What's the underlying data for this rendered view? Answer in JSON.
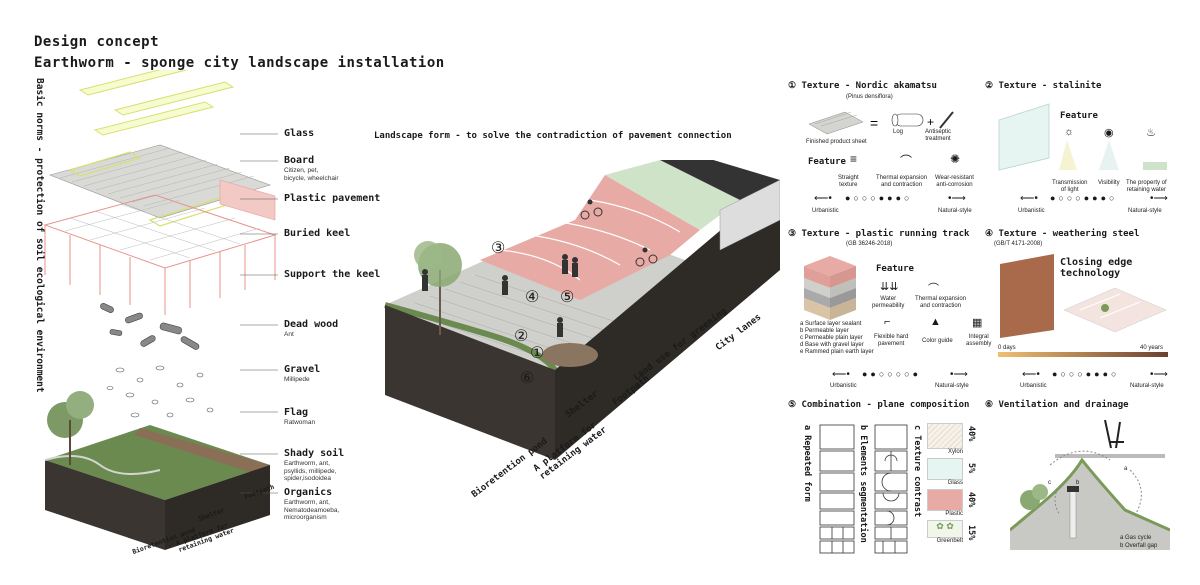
{
  "header": {
    "title": "Design concept",
    "subtitle": "Earthworm - sponge city landscape installation",
    "side_note": "Basic norms - protection of soil ecological environment"
  },
  "layers": [
    {
      "label": "Glass",
      "note": ""
    },
    {
      "label": "Board",
      "note": "Citizen, pet,\nbicycle, wheelchair"
    },
    {
      "label": "Plastic pavement",
      "note": ""
    },
    {
      "label": "Buried keel",
      "note": ""
    },
    {
      "label": "Support the keel",
      "note": ""
    },
    {
      "label": "Dead wood",
      "note": "Ant"
    },
    {
      "label": "Gravel",
      "note": "Millipede"
    },
    {
      "label": "Flag",
      "note": "Ratwoman"
    },
    {
      "label": "Shady soil",
      "note": "Earthworm, ant,\npsyllids, millipede,\nspider,isodoidea"
    },
    {
      "label": "Organics",
      "note": "Earthworm, ant,\nNematodeamoeba,\nmicroorganism"
    }
  ],
  "small_block_labels": [
    "Bioretention pond",
    "A platform for\nretaining water",
    "Shelter",
    "Footpath"
  ],
  "landscape": {
    "title": "Landscape form - to solve the contradiction of pavement connection",
    "labels": [
      "Bioretention pond",
      "A platform for\nretaining water",
      "Shelter",
      "Footpath",
      "Land use for greening",
      "City lanes"
    ],
    "markers": [
      "③",
      "④",
      "⑤",
      "②",
      "①",
      "⑥"
    ]
  },
  "panels": {
    "p1": {
      "title": "① Texture - Nordic akamatsu",
      "latin": "(Pinus densiflora)",
      "product": "Finished product sheet",
      "log": "Log",
      "treat": "Antiseptic\ntreatment",
      "feature": "Feature",
      "f1": "Straight\ntexture",
      "f2": "Thermal expansion\nand contraction",
      "f3": "Wear-resistant\nanti-corrosion",
      "left": "Urbanistic",
      "right": "Natural-style"
    },
    "p2": {
      "title": "② Texture - stalinite",
      "feature": "Feature",
      "f1": "Transmission\nof light",
      "f2": "Visibility",
      "f3": "The property of\nretaining water",
      "left": "Urbanistic",
      "right": "Natural-style"
    },
    "p3": {
      "title": "③ Texture - plastic running track",
      "std": "(GB 36246-2018)",
      "feature": "Feature",
      "f1": "Water\npermeability",
      "f2": "Thermal expansion\nand contraction",
      "f3": "Flexible hard\npavement",
      "f4": "Color guide",
      "f5": "Integral\nassembly",
      "legend": [
        "a Surface layer sealant",
        "b Permeable layer",
        "c Permeable plain layer",
        "d Base with gravel layer",
        "e Rammed plain earth layer"
      ],
      "left": "Urbanistic",
      "right": "Natural-style"
    },
    "p4": {
      "title": "④ Texture - weathering steel",
      "std": "(GB/T 4171-2008)",
      "closing": "Closing edge\ntechnology",
      "t0": "0 days",
      "t1": "40 years",
      "left": "Urbanistic",
      "right": "Natural-style"
    },
    "p5": {
      "title": "⑤ Combination - plane composition",
      "a": "a Repeated form",
      "b": "b Elements segmentation",
      "c": "c Texture contrast",
      "mats": [
        {
          "name": "Xylon",
          "pct": "40%"
        },
        {
          "name": "Glass",
          "pct": "5%"
        },
        {
          "name": "Plastic",
          "pct": "40%"
        },
        {
          "name": "Greenbelt",
          "pct": "15%"
        }
      ]
    },
    "p6": {
      "title": "⑥ Ventilation and drainage",
      "a": "a",
      "b": "b",
      "c": "c",
      "legend_a": "a Gas cycle",
      "legend_b": "b Overfall gap"
    }
  },
  "colors": {
    "pink": "#e8aaa5",
    "wood": "#cfcfcc",
    "soil": "#3a3530",
    "grass": "#8fb07a",
    "asphalt": "#333333",
    "steel": "#a0522d"
  }
}
